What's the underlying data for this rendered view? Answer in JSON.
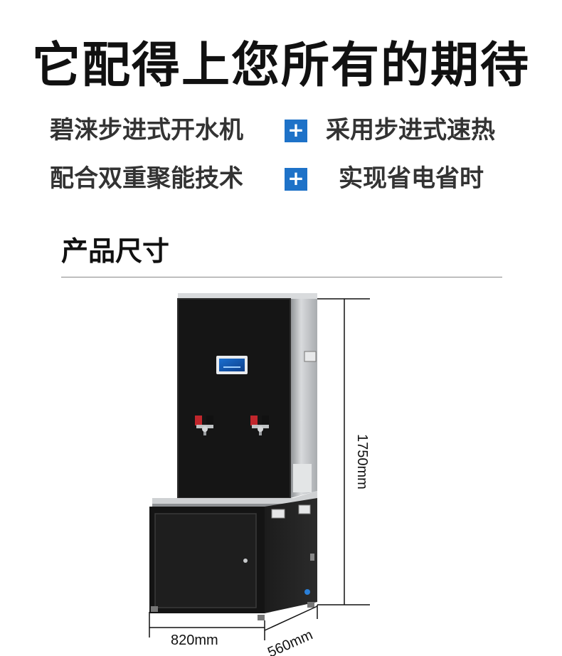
{
  "headline": "它配得上您所有的期待",
  "features": {
    "row1_left": "碧涞步进式开水机",
    "row1_right": "采用步进式速热",
    "row2_left": "配合双重聚能技术",
    "row2_right": "实现省电省时",
    "plus_symbol": "+"
  },
  "section_title": "产品尺寸",
  "dimensions": {
    "height": "1750mm",
    "width": "820mm",
    "depth": "560mm"
  },
  "colors": {
    "accent": "#1e72c8",
    "cabinet": "#121212",
    "steel": "#c9cbcd"
  }
}
